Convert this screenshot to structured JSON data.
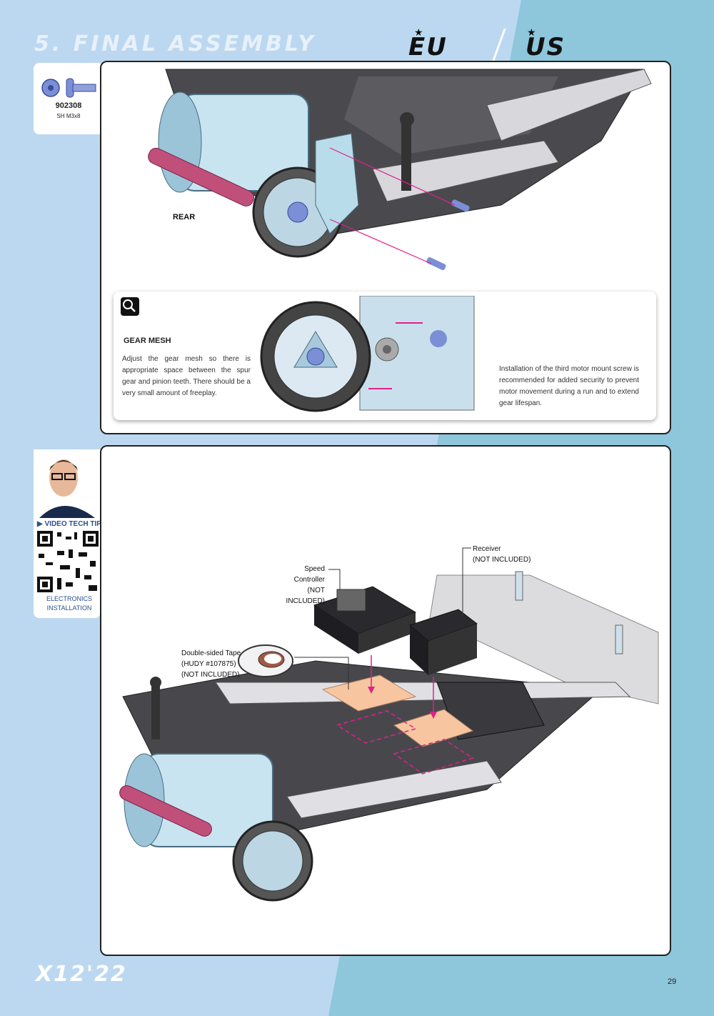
{
  "header": {
    "section_title": "5. FINAL ASSEMBLY",
    "logo_eu": "EU",
    "logo_us": "US"
  },
  "part": {
    "code": "902308",
    "size": "SH M3x8"
  },
  "step1": {
    "rear_label": "REAR"
  },
  "detail": {
    "badge": "DETAIL",
    "title": "GEAR MESH",
    "text": "Adjust the gear mesh so there is appropriate space between the spur gear and pinion teeth. There should be a very small amount of freeplay.",
    "install_note": "Installation of the third motor mount screw is recommended for added security to prevent motor movement during a run and to extend gear lifespan."
  },
  "video": {
    "label": "VIDEO TECH TIP",
    "topic_line1": "ELECTRONICS",
    "topic_line2": "INSTALLATION"
  },
  "step2": {
    "receiver_line1": "Receiver",
    "receiver_line2": "(NOT INCLUDED)",
    "speed_controller_line1": "Speed Controller",
    "speed_controller_line2": "(NOT INCLUDED)",
    "tape_line1": "Double-sided Tape",
    "tape_line2": "(HUDY #107875)",
    "tape_line3": "(NOT INCLUDED)"
  },
  "footer": {
    "model_name": "X12'22",
    "page_number": "29"
  }
}
